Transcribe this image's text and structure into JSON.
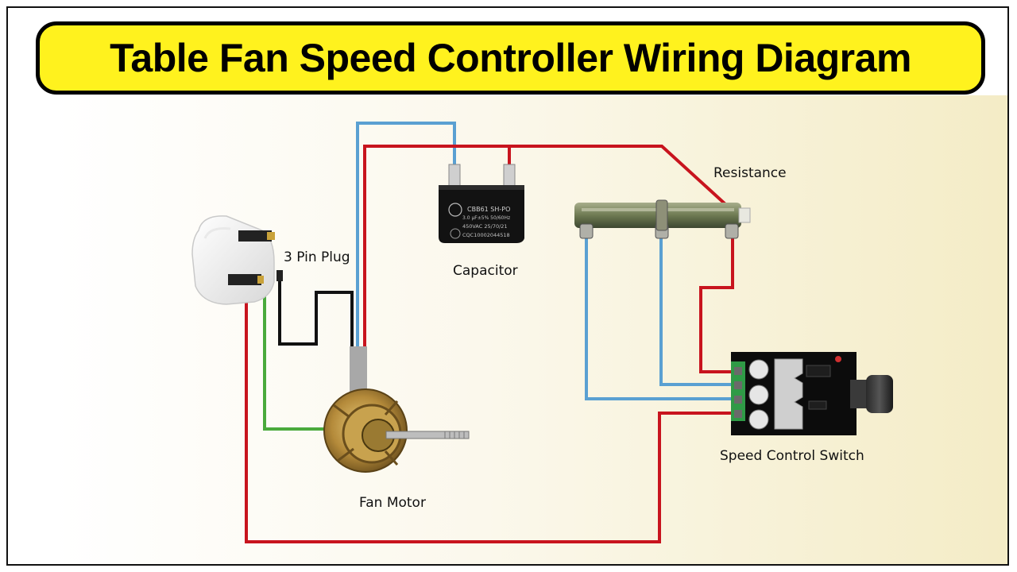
{
  "title": "Table Fan Speed Controller Wiring Diagram",
  "labels": {
    "plug": "3 Pin Plug",
    "capacitor": "Capacitor",
    "resistance": "Resistance",
    "switch": "Speed Control Switch",
    "motor": "Fan Motor"
  },
  "capacitor_print": {
    "line1": "CBB61 SH-PO",
    "line2": "3.0 µF±5% 50/60Hz",
    "line3": "450VAC 25/70/21",
    "line4": "CQC10002044518"
  },
  "wire_colors": {
    "live": "#c8141e",
    "neutral": "#5aa0d2",
    "earth": "#4aaa3c",
    "black": "#111111",
    "grey": "#a8a8a8"
  }
}
